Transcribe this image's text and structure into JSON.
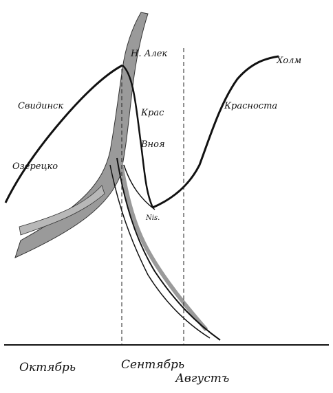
{
  "labels": {
    "top": "Н. Алек",
    "upper_right": "Холм",
    "left_mid": "Свидинск",
    "left_lower": "Озерецко",
    "center_a": "Крас",
    "center_b": "Вноя",
    "right_mid": "Красноста",
    "bottom_mid": "Nis."
  },
  "months": {
    "left": "Октябрь",
    "middle": "Сентябрь",
    "right": "Августъ"
  },
  "colors": {
    "ink": "#111111",
    "band": "#9a9a9a",
    "band_light": "#b8b8b8"
  }
}
